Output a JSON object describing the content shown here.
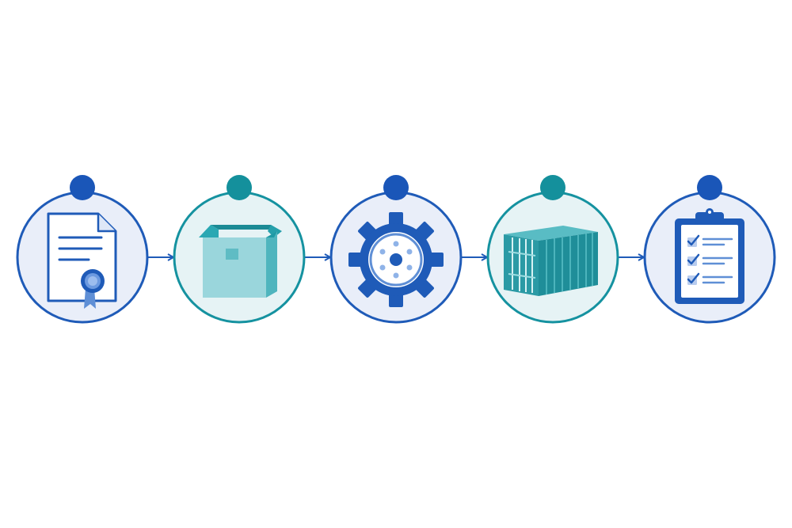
{
  "diagram": {
    "steps": [
      {
        "id": "certificate",
        "icon": "certificate-document-icon",
        "ring_color": "#1f5bb8",
        "dot_color": "#1a56b8",
        "fill": "#e9eef9"
      },
      {
        "id": "box",
        "icon": "open-box-icon",
        "ring_color": "#1592a0",
        "dot_color": "#14909c",
        "fill": "#e6f3f5"
      },
      {
        "id": "gear",
        "icon": "gear-icon",
        "ring_color": "#1f5bb8",
        "dot_color": "#1a56b8",
        "fill": "#e9eef9"
      },
      {
        "id": "container",
        "icon": "shipping-container-icon",
        "ring_color": "#1592a0",
        "dot_color": "#14909c",
        "fill": "#e6f3f5"
      },
      {
        "id": "checklist",
        "icon": "checklist-clipboard-icon",
        "ring_color": "#1f5bb8",
        "dot_color": "#1a56b8",
        "fill": "#e9eef9"
      }
    ],
    "arrow_color": "#1f5bb8",
    "colors": {
      "blue": "#1f5bb8",
      "blue_light": "#5f8fd6",
      "teal": "#1b9aa6",
      "teal_light": "#7ccdd3"
    }
  }
}
